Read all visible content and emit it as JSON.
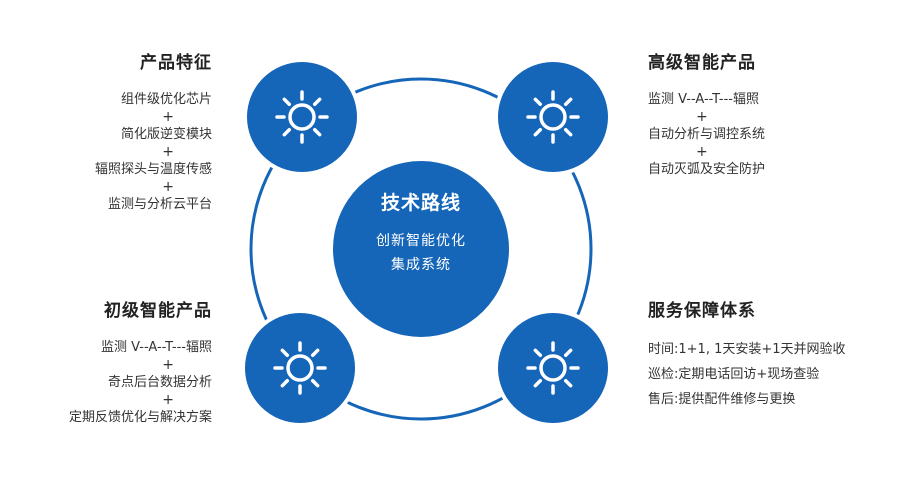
{
  "center": {
    "title": "技术路线",
    "subtitle_line1": "创新智能优化",
    "subtitle_line2": "集成系统"
  },
  "top_left": {
    "heading": "产品特征",
    "items": [
      "组件级优化芯片",
      "简化版逆变模块",
      "辐照探头与温度传感",
      "监测与分析云平台"
    ],
    "separator": "+"
  },
  "top_right": {
    "heading": "高级智能产品",
    "items": [
      "监测 V--A--T---辐照",
      "自动分析与调控系统",
      "自动灭弧及安全防护"
    ],
    "separator": "+"
  },
  "bottom_left": {
    "heading": "初级智能产品",
    "items": [
      "监测 V--A--T---辐照",
      "奇点后台数据分析",
      "定期反馈优化与解决方案"
    ],
    "separator": "+"
  },
  "bottom_right": {
    "heading": "服务保障体系",
    "items": [
      "时间:1+1, 1天安装+1天并网验收",
      "巡检:定期电话回访+现场查验",
      "售后:提供配件维修与更换"
    ]
  },
  "colors": {
    "primary": "#1565b8",
    "ring": "#1565b8",
    "icon": "#ffffff"
  },
  "icons": [
    "sun-icon",
    "sun-icon",
    "sun-icon",
    "sun-icon"
  ]
}
